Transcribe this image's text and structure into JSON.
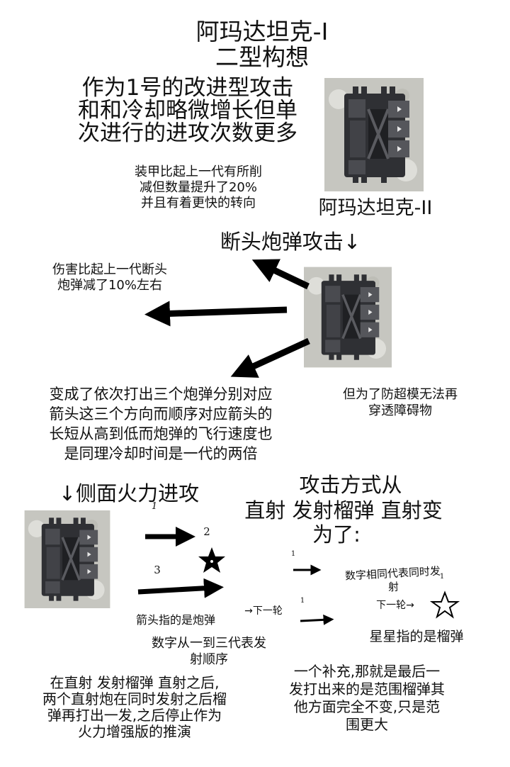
{
  "title_1": "阿玛达坦克-I",
  "title_2": "二型构想",
  "intro": "作为1号的改进型攻击\n和和冷却略微增长但单\n次进行的进攻次数更多",
  "armor_note": "装甲比起上一代有所削\n减但数量提升了20%\n并且有着更快的转向",
  "tank_name": "阿玛达坦克-II",
  "section_shell": "断头炮弹攻击↓",
  "damage_note": "伤害比起上一代断头\n炮弹减了10%左右",
  "fire_pattern": "变成了依次打出三个炮弹分别对应\n箭头这三个方向而顺序对应箭头的\n长短从高到低而炮弹的飞行速度也\n是同理冷却时间是一代的两倍",
  "noclip_note": "但为了防超模无法再\n穿透障碍物",
  "section_side": "↓侧面火力进攻",
  "attack_mode_1": "攻击方式从",
  "attack_mode_2": "直射 发射榴弹 直射变",
  "attack_mode_3": "为了:",
  "num_1": "1",
  "num_2": "2",
  "num_3": "3",
  "num_small_a": "1",
  "num_small_b": "1",
  "num_small_c": "1",
  "next_round_a": "→下一轮",
  "next_round_b": "下一轮→",
  "same_number_note": "数字相同代表同时发\n射",
  "arrow_label": "箭头指的是炮弹",
  "order_note": "数字从一到三代表发\n射顺序",
  "star_label": "星星指的是榴弹",
  "final_sequence": "在直射 发射榴弹 直射之后,\n两个直射炮在同时发射之后榴\n弹再打出一发,之后停止作为\n火力增强版的推演",
  "supplement": "一个补充,那就是最后一\n发打出来的是范围榴弹其\n他方面完全不变,只是范\n围更大",
  "colors": {
    "text": "#111111",
    "tank_dark": "#3a3b3f",
    "ground": "#cfcfcb"
  }
}
